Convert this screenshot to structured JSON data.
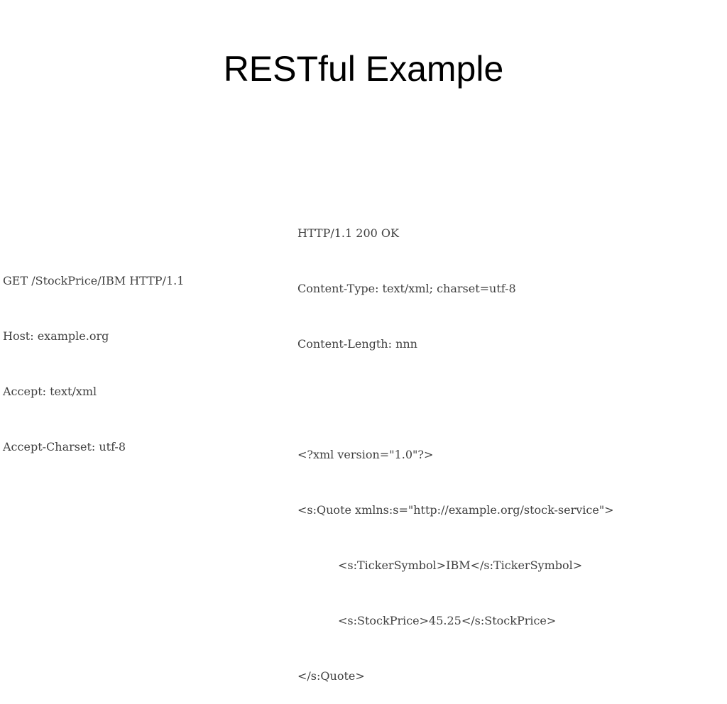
{
  "slide": {
    "title": "RESTful Example"
  },
  "request": {
    "lines": [
      "GET /StockPrice/IBM HTTP/1.1",
      "Host: example.org",
      "Accept: text/xml",
      "Accept-Charset: utf-8"
    ]
  },
  "response": {
    "status_line": "HTTP/1.1 200 OK",
    "content_type": "Content-Type: text/xml; charset=utf-8",
    "content_length": "Content-Length: nnn",
    "xml_decl": "<?xml version=\"1.0\"?>",
    "quote_open": "<s:Quote xmlns:s=\"http://example.org/stock-service\">",
    "ticker": "<s:TickerSymbol>IBM</s:TickerSymbol>",
    "price": "<s:StockPrice>45.25</s:StockPrice>",
    "quote_close": "</s:Quote>"
  }
}
